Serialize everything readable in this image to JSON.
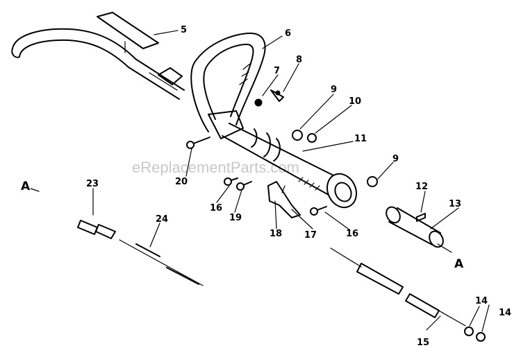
{
  "watermark": "eReplacementParts.com",
  "section_labels": {
    "left": "A",
    "right": "A"
  },
  "callouts": {
    "c5": "5",
    "c6": "6",
    "c7": "7",
    "c8": "8",
    "c9a": "9",
    "c9b": "9",
    "c10": "10",
    "c11": "11",
    "c12": "12",
    "c13": "13",
    "c14a": "14",
    "c14b": "14",
    "c15": "15",
    "c16a": "16",
    "c16b": "16",
    "c17": "17",
    "c18": "18",
    "c19": "19",
    "c20": "20",
    "c23": "23",
    "c24": "24"
  }
}
